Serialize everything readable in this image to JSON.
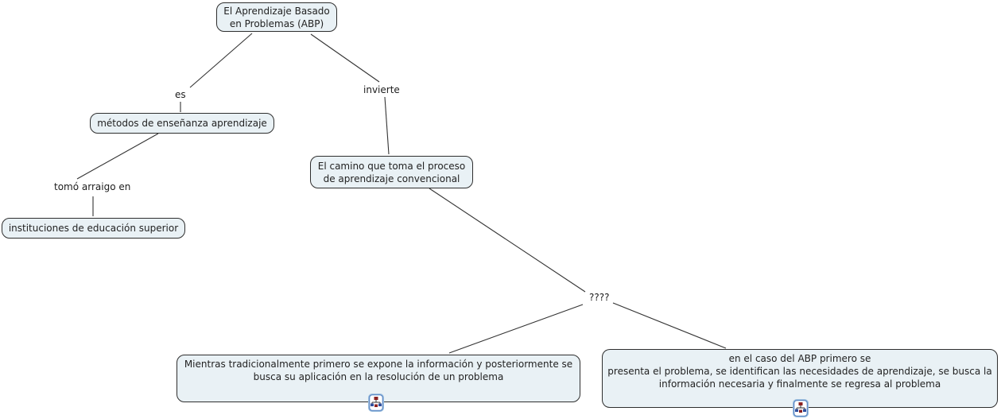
{
  "app": {
    "type": "concept-map",
    "background": "#ffffff"
  },
  "colors": {
    "node_fill": "#e9f1f5",
    "node_border": "#2e2e2e",
    "text": "#222222",
    "connector_line": "#333333",
    "icon_border": "#5b87c5",
    "icon_red": "#8b2222",
    "icon_blue": "#2f4f9e"
  },
  "nodes": {
    "abp": {
      "text": "El Aprendizaje Basado\nen Problemas (ABP)"
    },
    "metodos": {
      "text": "métodos de enseñanza aprendizaje"
    },
    "instituciones": {
      "text": "instituciones de educación superior"
    },
    "camino": {
      "text": "El camino que toma el proceso\nde aprendizaje convencional"
    },
    "tradicional": {
      "text": "Mientras tradicionalmente primero se expone la información y posteriormente se\nbusca su aplicación en la resolución de un problema"
    },
    "caso_abp": {
      "text": "en el caso del ABP primero se\npresenta el problema, se identifican las necesidades de aprendizaje, se busca la\ninformación necesaria y finalmente se regresa al problema"
    }
  },
  "linking_phrases": {
    "es": {
      "text": "es"
    },
    "tomo_arraigo": {
      "text": "tomó arraigo en"
    },
    "invierte": {
      "text": "invierte"
    },
    "unknown": {
      "text": "????"
    }
  },
  "icons": {
    "left_resource": {
      "name": "cmap-resource-icon"
    },
    "right_resource": {
      "name": "cmap-resource-icon"
    }
  }
}
